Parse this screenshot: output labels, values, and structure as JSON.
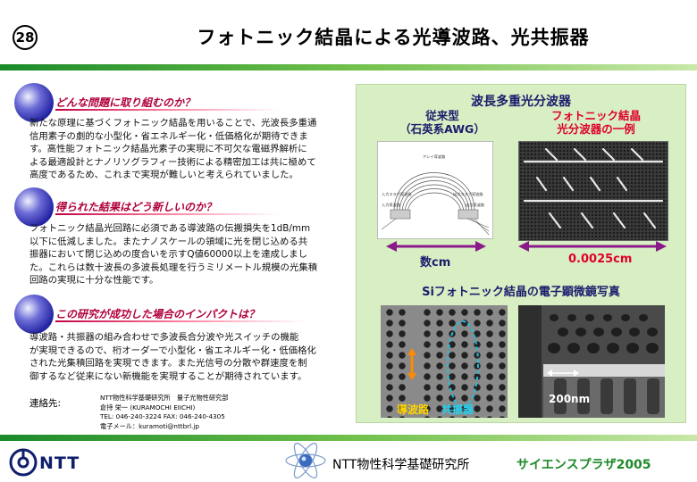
{
  "header": {
    "number": "28",
    "title": "フォトニック結晶による光導波路、光共振器"
  },
  "sections": [
    {
      "heading": "どんな問題に取り組むのか？",
      "lines": [
        "新たな原理に基づくフォトニック結晶を用いることで、光波長多重通",
        "信用素子の劇的な小型化・省エネルギー化・低価格化が期待できま",
        "す。高性能フォトニック結晶光素子の実現に不可欠な電磁界解析に",
        "よる最適設計とナノリソグラフィー技術による精密加工は共に極めて",
        "高度であるため、これまで実現が難しいと考えられていました。"
      ]
    },
    {
      "heading": "得られた結果はどう新しいのか？",
      "lines": [
        "フォトニック結晶光回路に必須である導波路の伝搬損失を1dB/mm",
        "以下に低減しました。またナノスケールの領域に光を閉じ込める共",
        "振器において閉じ込めの度合いを示すQ値60000以上を達成しまし",
        "た。これらは数十波長の多波長処理を行うミリメートル規模の光集積",
        "回路の実現に十分な性能です。"
      ]
    },
    {
      "heading": "この研究が成功した場合のインパクトは？",
      "lines": [
        "導波路・共振器の組み合わせで多波長合分波や光スイッチの機能",
        "が実現できるので、桁オーダーで小型化・省エネルギー化・低価格化",
        "された光集積回路を実現できます。また光信号の分散や群速度を制",
        "御するなど従来にない新機能を実現することが期待されています。"
      ]
    }
  ],
  "contact": {
    "label": "連絡先:",
    "lines": [
      "NTT物性科学基礎研究所　量子光物性研究部",
      "倉持 栄一 (KURAMOCHI EIICHI)",
      "TEL: 046-240-3224  FAX: 046-240-4305",
      "電子メール：kuramoti@nttbrl.jp"
    ]
  },
  "figure": {
    "panel_title": "波長多重光分波器",
    "left_title_1": "従来型",
    "left_title_2": "（石英系AWG）",
    "right_title_1": "フォトニック結晶",
    "right_title_2": "光分波器の一例",
    "left_size": "数cm",
    "right_size": "0.0025cm",
    "sem_title": "Siフォトニック結晶の電子顕微鏡写真",
    "waveguide_label": "導波路",
    "resonator_label": "共振器",
    "scale_label": "200nm",
    "awg_labels": {
      "array": "アレイ導波路",
      "in_slab": "入力スラブ導波路",
      "out_slab": "出力スラブ導波路",
      "in_wg": "入力導波路",
      "out_wg": "出力導波路"
    }
  },
  "footer": {
    "logo_text": "NTT",
    "lab_name": "NTT物性科学基礎研究所",
    "expo_name": "サイエンスプラザ2005"
  },
  "colors": {
    "accent_green": "#1f8a2a",
    "heading_red": "#b0003a",
    "panel_bg": "#d8efc4",
    "navy": "#1c1c6c"
  }
}
